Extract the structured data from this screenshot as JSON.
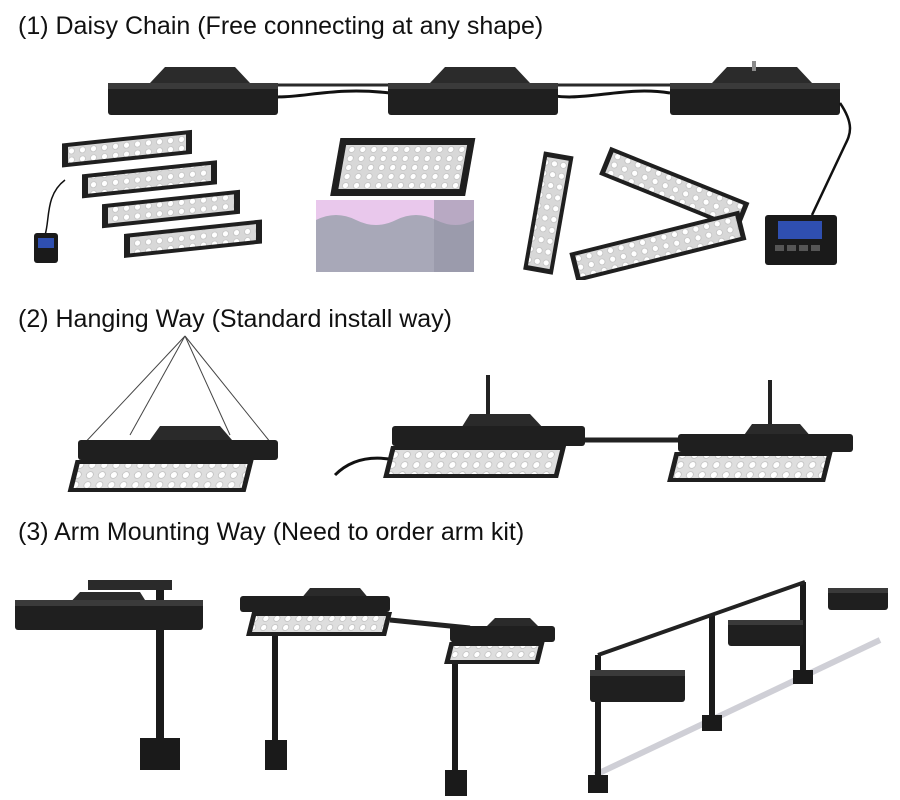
{
  "sections": [
    {
      "heading": "(1) Daisy Chain (Free connecting at any shape)",
      "illustration": "daisy-chained-lights-with-controller"
    },
    {
      "heading": "(2) Hanging Way (Standard install way)",
      "illustration": "lights-suspended-by-hanging-wires"
    },
    {
      "heading": "(3) Arm Mounting Way (Need to order arm kit)",
      "illustration": "lights-on-tank-mounting-arms"
    }
  ],
  "colors": {
    "housing": "#1f1f1f",
    "housing_highlight": "#3a3a3a",
    "led_panel": "#e6e6e6",
    "led_dot": "#ffffff",
    "tank_glass": "#e9c8ec",
    "tank_water": "#a8a8b8",
    "controller_screen": "#2f4fb0",
    "rail": "#cfcfd6"
  }
}
